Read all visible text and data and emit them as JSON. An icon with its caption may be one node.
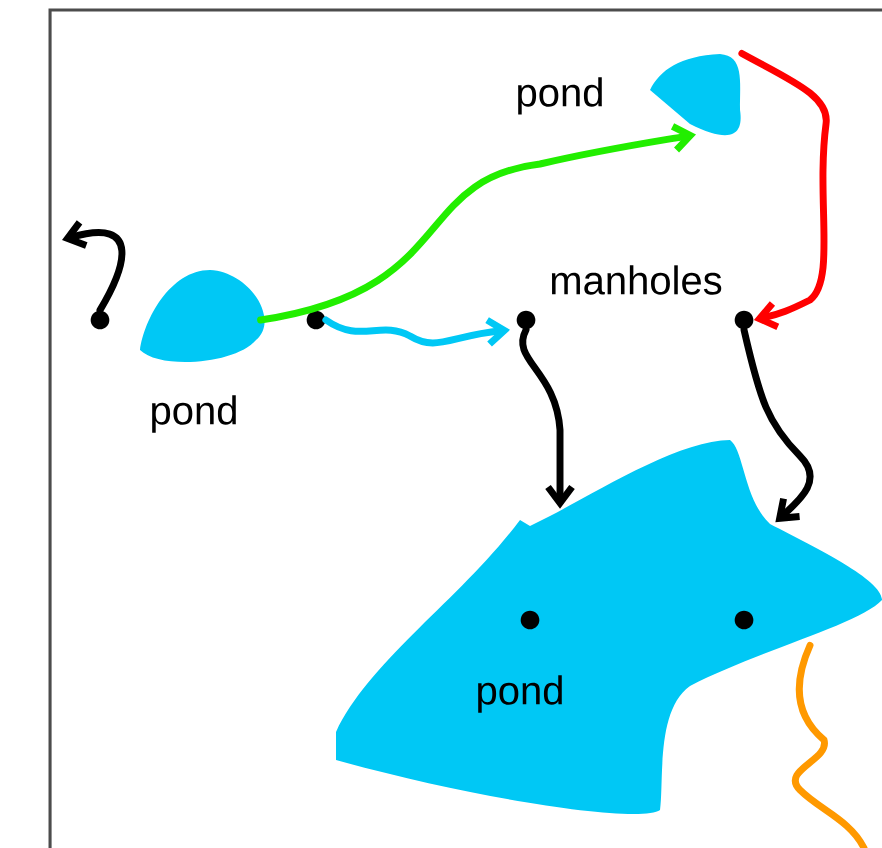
{
  "diagram": {
    "nodes": [
      {
        "text": [
          "pond"
        ]
      },
      {
        "text": [
          "pond"
        ]
      },
      {
        "text": [
          "manholes"
        ]
      },
      {
        "text": [
          "pond"
        ]
      },
      {
        "text": [],
        "shape": "circle"
      },
      {
        "text": [],
        "shape": "circle"
      },
      {
        "text": [],
        "shape": "circle"
      },
      {
        "text": [],
        "shape": "circle"
      },
      {
        "text": [],
        "shape": "circle",
        "in": 3
      },
      {
        "text": [],
        "shape": "circle",
        "in": 3
      }
    ],
    "edges": [
      {
        "from": 4,
        "to": null,
        "arrow": "to"
      },
      {
        "from": 1,
        "to": 0,
        "arrow": "to",
        "color": "#22ee00"
      },
      {
        "from": 0,
        "to": 7,
        "arrow": "to",
        "color": "#ff0000"
      },
      {
        "from": 5,
        "to": 6,
        "arrow": "to",
        "color": "#00c8f5"
      },
      {
        "from": 6,
        "to": 3,
        "arrow": "to"
      },
      {
        "from": 7,
        "to": 3,
        "arrow": "to"
      },
      {
        "from": 3,
        "to": null,
        "arrow": "none",
        "color": "#ff9900"
      }
    ]
  }
}
